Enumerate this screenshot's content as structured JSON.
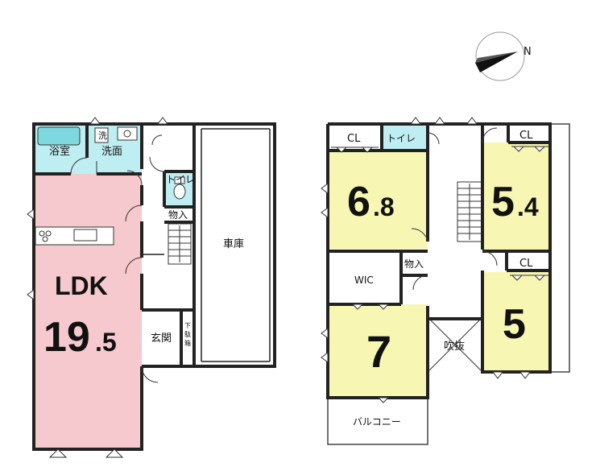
{
  "floor1": {
    "bath": "浴室",
    "washroom_mark": "洗",
    "washroom": "洗面",
    "toilet": "トイレ",
    "storage": "物入",
    "garage": "車庫",
    "ldk_label": "LDK",
    "ldk_size_main": "19",
    "ldk_size_dec": ".5",
    "entrance": "玄関",
    "shoe_box": [
      "下",
      "駄",
      "箱"
    ]
  },
  "floor2": {
    "closet": "CL",
    "toilet": "トイレ",
    "room_6_8_main": "6",
    "room_6_8_dec": ".8",
    "room_5_4_main": "5",
    "room_5_4_dec": ".4",
    "wic": "WIC",
    "storage": "物入",
    "room_7": "7",
    "room_5": "5",
    "void": "吹抜",
    "balcony": "バルコニー"
  },
  "compass": {
    "label": "N",
    "icon": "compass-icon"
  },
  "colors": {
    "ldk": "#f5c9cd",
    "bedroom": "#f7f7b3",
    "water": "#bfeef2",
    "wall": "#222222",
    "white": "#ffffff"
  }
}
